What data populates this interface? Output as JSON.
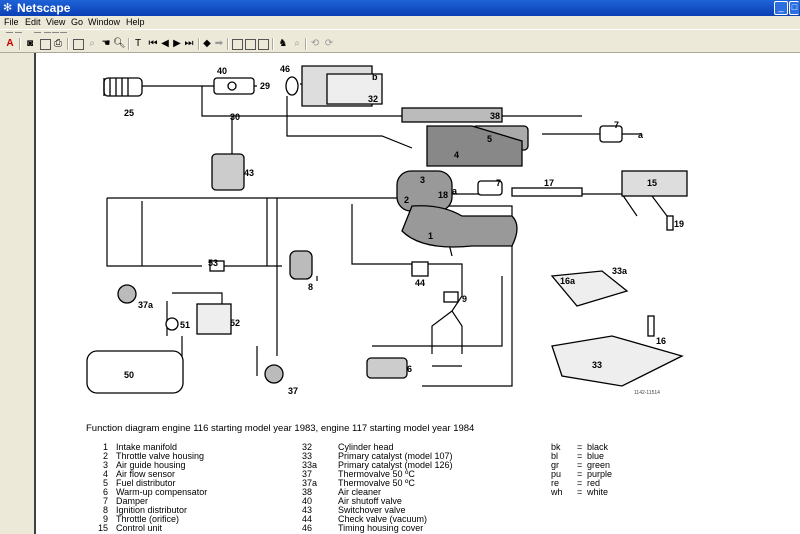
{
  "window": {
    "title": "Netscape",
    "app_icon": "netscape-logo-icon"
  },
  "menu": [
    "File",
    "Edit",
    "View",
    "Go",
    "Window",
    "Help"
  ],
  "toolbar_icons": [
    "acrobat-icon",
    "open-icon",
    "save-icon",
    "print-icon",
    "email-icon",
    "search-icon",
    "hand-tool-icon",
    "zoom-icon",
    "text-select-icon",
    "first-page-icon",
    "previous-page-icon",
    "next-page-icon",
    "last-page-icon",
    "go-back-icon",
    "go-forward-icon",
    "actual-size-icon",
    "fit-page-icon",
    "fit-width-icon",
    "find-icon",
    "find-again-icon",
    "rotate-left-icon",
    "rotate-right-icon"
  ],
  "diagram": {
    "labels": [
      "40",
      "46",
      "29",
      "b",
      "32",
      "25",
      "30",
      "38",
      "5",
      "7",
      "a",
      "4",
      "43",
      "3",
      "a",
      "7",
      "17",
      "2",
      "18",
      "15",
      "19",
      "1",
      "53",
      "8",
      "44",
      "9",
      "37a",
      "51",
      "52",
      "16a",
      "33a",
      "16",
      "33",
      "50",
      "37",
      "6"
    ],
    "ref_code": "1142-11514"
  },
  "caption": "Function diagram engine 116 starting model year 1983, engine 117 starting model year 1984",
  "legend_left": [
    {
      "num": "1",
      "text": "Intake manifold"
    },
    {
      "num": "2",
      "text": "Throttle valve housing"
    },
    {
      "num": "3",
      "text": "Air guide housing"
    },
    {
      "num": "4",
      "text": "Air flow sensor"
    },
    {
      "num": "5",
      "text": "Fuel distributor"
    },
    {
      "num": "6",
      "text": "Warm-up compensator"
    },
    {
      "num": "7",
      "text": "Damper"
    },
    {
      "num": "8",
      "text": "Ignition distributor"
    },
    {
      "num": "9",
      "text": "Throttle (orifice)"
    },
    {
      "num": "15",
      "text": "Control unit"
    }
  ],
  "legend_mid": [
    {
      "num": "32",
      "text": "Cylinder head"
    },
    {
      "num": "33",
      "text": "Primary catalyst (model 107)"
    },
    {
      "num": "33a",
      "text": "Primary catalyst (model 126)"
    },
    {
      "num": "37",
      "text": "Thermovalve 50 ºC"
    },
    {
      "num": "37a",
      "text": "Thermovalve 50 ºC"
    },
    {
      "num": "38",
      "text": "Air cleaner"
    },
    {
      "num": "40",
      "text": "Air shutoff valve"
    },
    {
      "num": "43",
      "text": "Switchover valve"
    },
    {
      "num": "44",
      "text": "Check valve (vacuum)"
    },
    {
      "num": "46",
      "text": "Timing housing cover"
    }
  ],
  "colors": [
    {
      "code": "bk",
      "name": "black"
    },
    {
      "code": "bl",
      "name": "blue"
    },
    {
      "code": "gr",
      "name": "green"
    },
    {
      "code": "pu",
      "name": "purple"
    },
    {
      "code": "re",
      "name": "red"
    },
    {
      "code": "wh",
      "name": "white"
    }
  ]
}
